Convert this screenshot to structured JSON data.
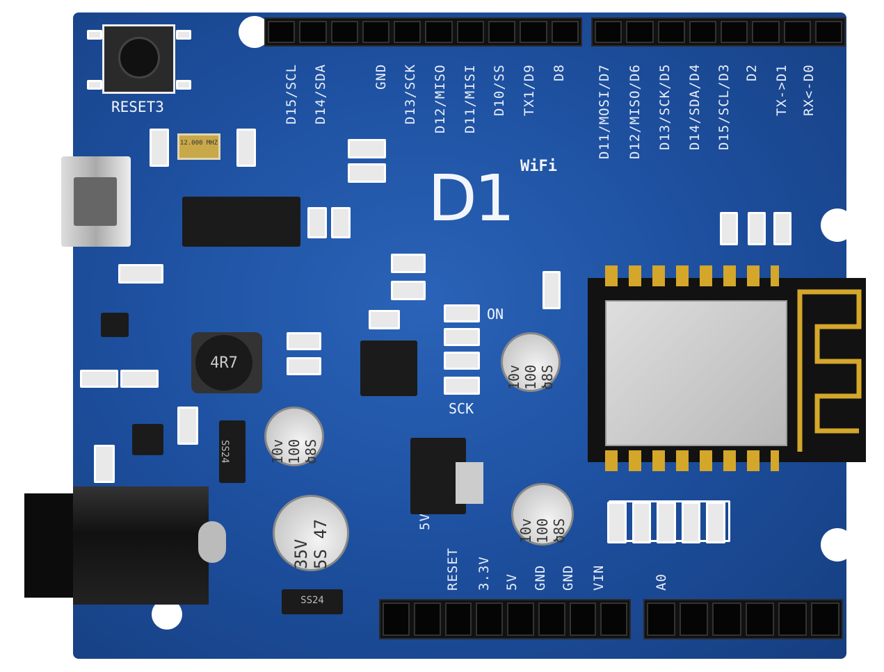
{
  "board": {
    "name": "D1",
    "wifi_text": "WiFi",
    "reset_label": "RESET3",
    "on_label": "ON",
    "sck_label": "SCK",
    "inductor_label": "4R7",
    "crystal_label": "12.000 MHZ",
    "diode_label": "SS24",
    "cap_small": "ծ8S 100 10v",
    "cap_large": "5S 47 35V",
    "colors": {
      "pcb": "#1d4f9e",
      "silkscreen": "#ffffff",
      "header": "#111111",
      "shield": "#c8c8c8",
      "gold": "#d4a62a"
    }
  },
  "top_pins_left": [
    "D15/SCL",
    "D14/SDA",
    "GND",
    "D13/SCK",
    "D12/MISO",
    "D11/MISI",
    "D10/SS",
    "TX1/D9",
    "D8"
  ],
  "top_pins_right": [
    "D11/MOSI/D7",
    "D12/MISO/D6",
    "D13/SCK/D5",
    "D14/SDA/D4",
    "D15/SCL/D3",
    "D2",
    "TX->D1",
    "RX<-D0"
  ],
  "bottom_pins": [
    "5V",
    "RESET",
    "3.3V",
    "5V",
    "GND",
    "GND",
    "VIN",
    "A0"
  ]
}
